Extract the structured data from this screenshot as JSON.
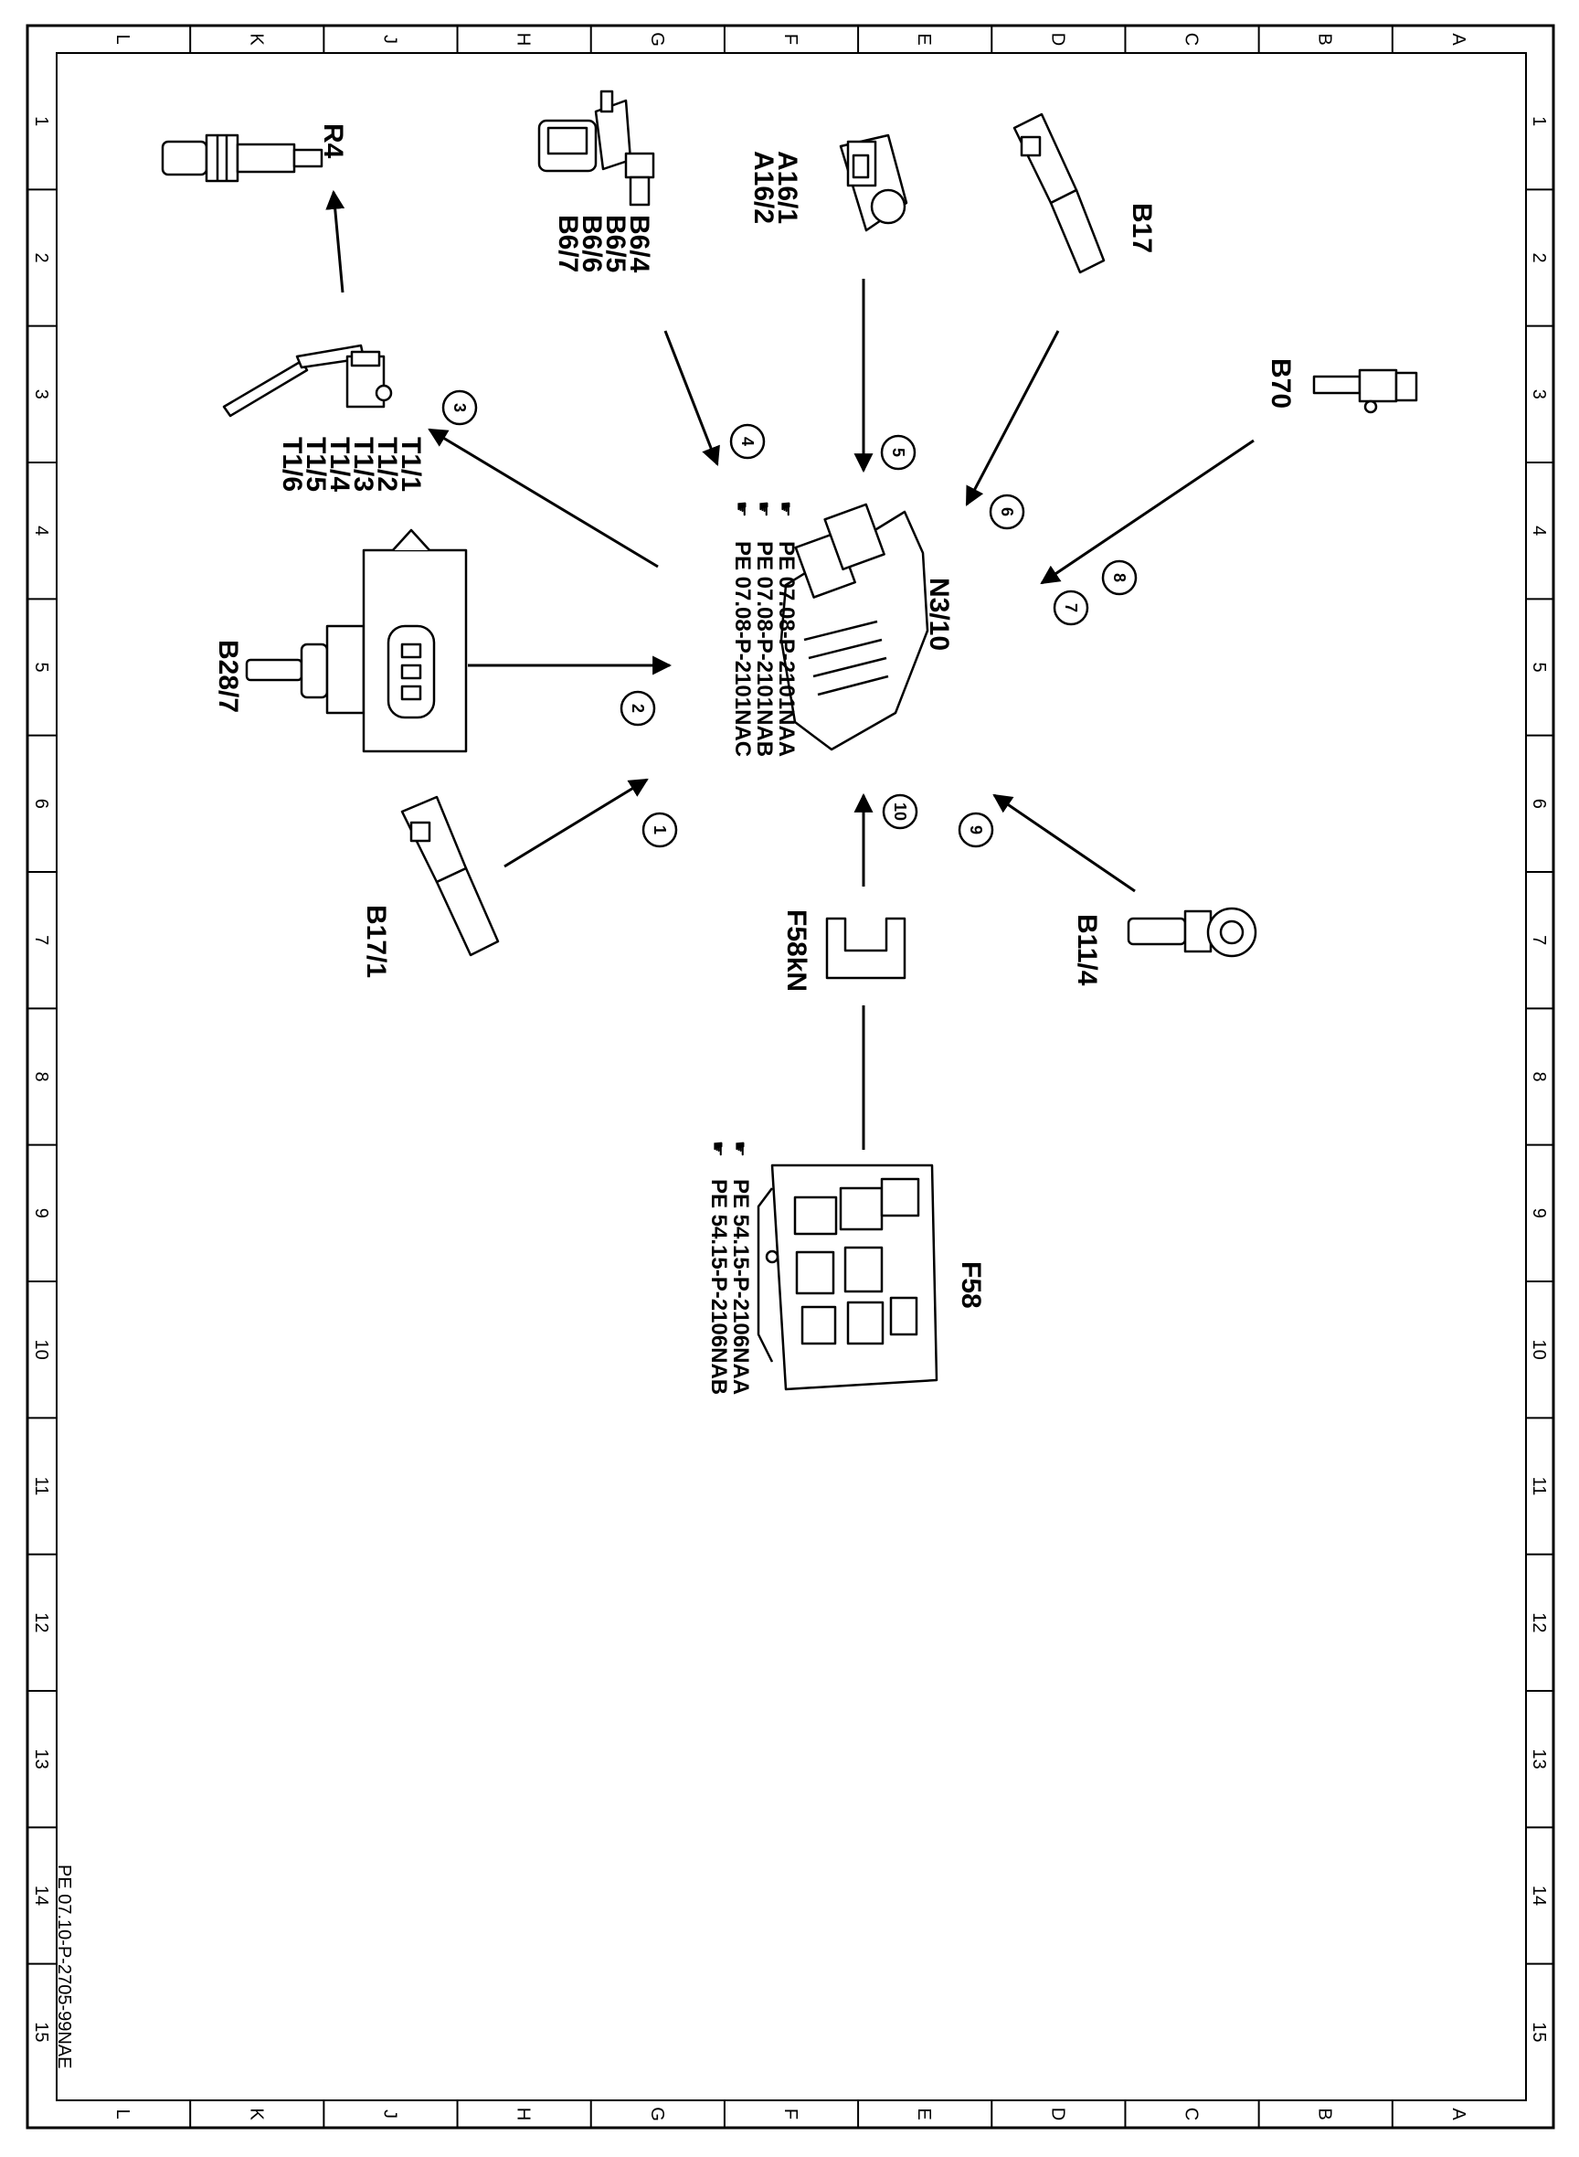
{
  "frame": {
    "columns": [
      "L",
      "K",
      "J",
      "H",
      "G",
      "F",
      "E",
      "D",
      "C",
      "B",
      "A"
    ],
    "rows": [
      "1",
      "2",
      "3",
      "4",
      "5",
      "6",
      "7",
      "8",
      "9",
      "10",
      "11",
      "12",
      "13",
      "14",
      "15"
    ],
    "drawing_number": "PE 07.10-P-2705-99NAE"
  },
  "control_unit": {
    "id": "N3/10"
  },
  "references": {
    "control_unit": [
      "PE 07.08-P-2101NAA",
      "PE 07.08-P-2101NAB",
      "PE 07.08-P-2101NAC"
    ],
    "fuse_box": [
      "PE 54.15-P-2106NAA",
      "PE 54.15-P-2106NAB"
    ]
  },
  "components": {
    "r4": "R4",
    "t1": [
      "T1/1",
      "T1/2",
      "T1/3",
      "T1/4",
      "T1/5",
      "T1/6"
    ],
    "b6": [
      "B6/4",
      "B6/5",
      "B6/6",
      "B6/7"
    ],
    "a16": [
      "A16/1",
      "A16/2"
    ],
    "b17": "B17",
    "b70": "B70",
    "b28_7": "B28/7",
    "b17_1": "B17/1",
    "b11_4": "B11/4",
    "f58kn": "F58kN",
    "f58": "F58"
  },
  "callouts": [
    "1",
    "2",
    "3",
    "4",
    "5",
    "6",
    "7",
    "8",
    "9",
    "10"
  ],
  "icons": {
    "reference": "pointing-hand-icon"
  }
}
